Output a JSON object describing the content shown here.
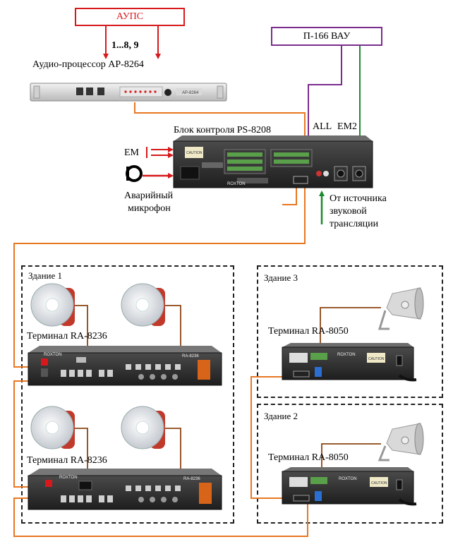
{
  "aups": {
    "label": "АУПС"
  },
  "vau": {
    "label": "П-166 ВАУ"
  },
  "channels_label": "1...8, 9",
  "audio_processor_label": "Аудио-процессор AP-8264",
  "ps_label": "Блок контроля PS-8208",
  "all_label": "ALL",
  "em2_label": "EM2",
  "em_label": "EM",
  "mic_label_1": "Аварийный",
  "mic_label_2": "микрофон",
  "source_label_1": "От источника",
  "source_label_2": "звуковой",
  "source_label_3": "трансляции",
  "buildings": {
    "b1": "Здание 1",
    "b2": "Здание 2",
    "b3": "Здание 3"
  },
  "terminals": {
    "t1": "Терминал RA-8236",
    "t2": "Терминал RA-8236",
    "t3": "Терминал RA-8050",
    "t4": "Терминал RA-8050"
  },
  "device_text": {
    "ap_panel": "AP-8264",
    "brand": "ROXTON",
    "ra8236": "RA-8236",
    "caution": "CAUTION"
  },
  "colors": {
    "red": "#d7191c",
    "purple": "#7b2d8e",
    "green": "#1a8a2e",
    "orange": "#e87722",
    "brown": "#8b4513"
  }
}
